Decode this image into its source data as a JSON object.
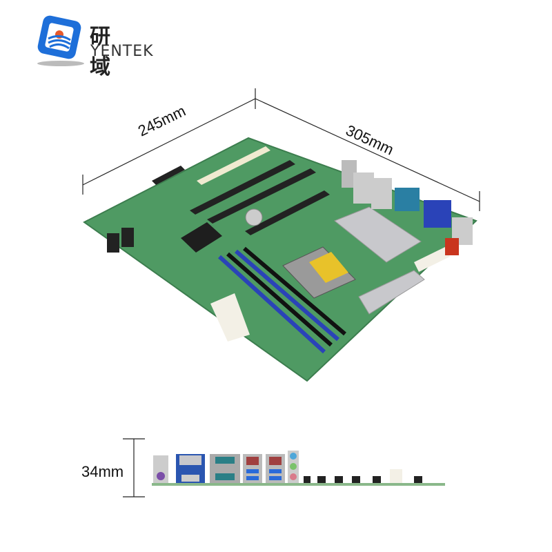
{
  "logo": {
    "chinese": "研 域",
    "english": "YENTEK",
    "brand_color": "#1e6fd9"
  },
  "dimensions": {
    "width": "245mm",
    "length": "305mm",
    "height": "34mm"
  },
  "colors": {
    "pcb": "#4f9a63",
    "dimm": "#2a43b8",
    "heatsink": "#c8c8cc"
  }
}
